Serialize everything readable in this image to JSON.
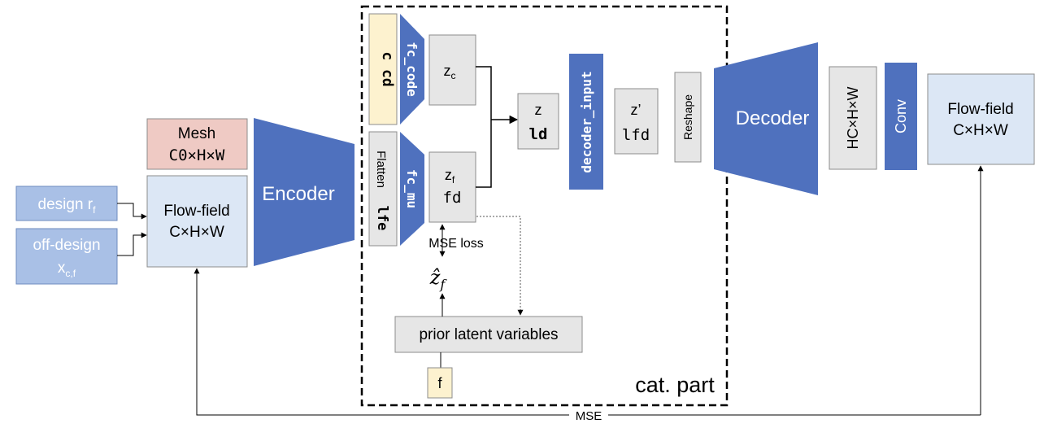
{
  "inputs": {
    "design": {
      "label": "design r",
      "sub": "f"
    },
    "offdesign": {
      "label": "off-design",
      "label2": "x",
      "sub": "c,f"
    }
  },
  "mesh": {
    "title": "Mesh",
    "dims": "C0×H×W"
  },
  "flowfield_in": {
    "title": "Flow-field",
    "dims": "C×H×W"
  },
  "encoder": {
    "label": "Encoder"
  },
  "cat_box": {
    "c": "c",
    "cd": "cd",
    "flatten": "Flatten",
    "lfe": "lfe"
  },
  "fc_code": {
    "label": "fc_code"
  },
  "fc_mu": {
    "label": "fc_mu"
  },
  "zc": {
    "label": "z",
    "sub": "c"
  },
  "zf": {
    "label": "z",
    "sub": "f",
    "dims": "fd"
  },
  "z": {
    "label": "z",
    "dims": "ld"
  },
  "decoder_input": {
    "label": "decoder_input"
  },
  "zprime": {
    "label": "z’",
    "dims": "lfd"
  },
  "reshape": {
    "label": "Reshape"
  },
  "decoder": {
    "label": "Decoder"
  },
  "hc": {
    "label": "HC×H×W"
  },
  "conv": {
    "label": "Conv"
  },
  "flowfield_out": {
    "title": "Flow-field",
    "dims": "C×H×W"
  },
  "mse_loss": {
    "label": "MSE loss"
  },
  "zhat": {
    "label": "ẑ",
    "sub": "f"
  },
  "prior": {
    "label": "prior latent variables"
  },
  "f": {
    "label": "f"
  },
  "cat_part": {
    "label": "cat. part"
  },
  "mse": {
    "label": "MSE"
  },
  "colors": {
    "blue": "#4f71be",
    "light_blue_input": "#a9c0e6",
    "light_blue_box": "#dce7f5",
    "mesh_pink": "#efcac4",
    "cream": "#fdf2cf",
    "gray": "#e6e6e6"
  }
}
